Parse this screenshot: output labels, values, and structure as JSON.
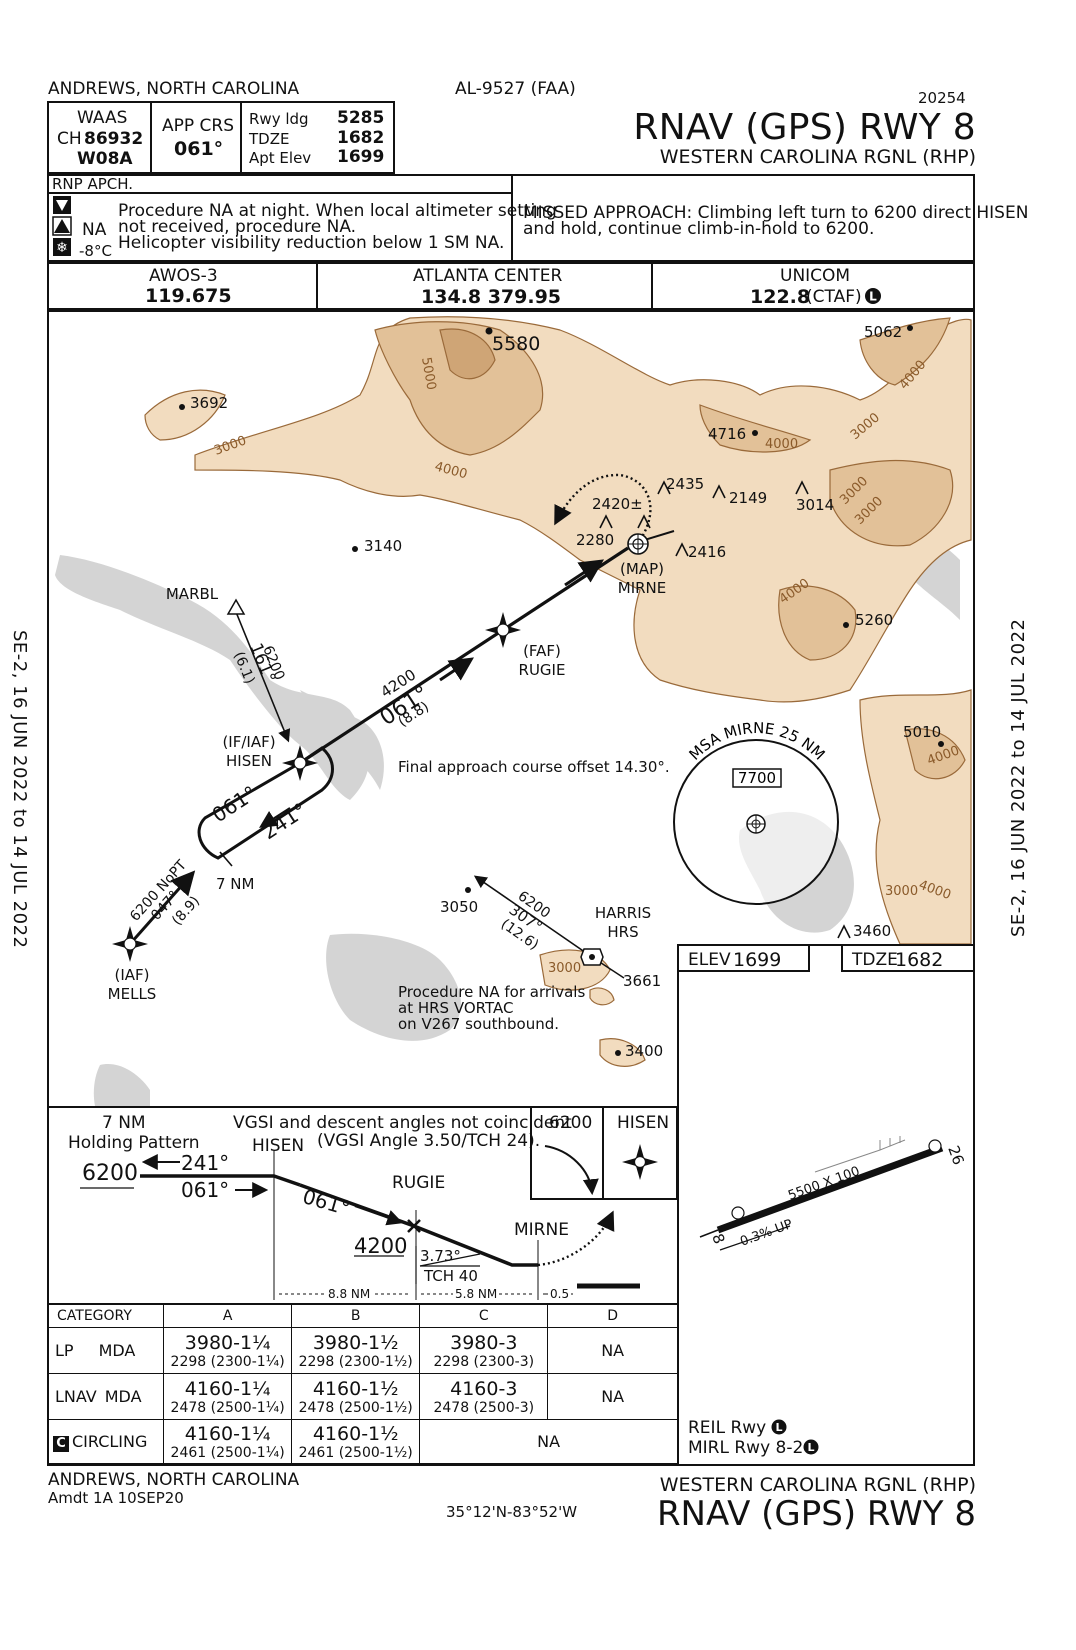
{
  "header": {
    "city": "ANDREWS, NORTH CAROLINA",
    "chart_id": "AL-9527 (FAA)",
    "cycle": "20254",
    "title": "RNAV (GPS) RWY 8",
    "airport": "WESTERN CAROLINA RGNL (RHP)"
  },
  "info": {
    "waas_label": "WAAS",
    "ch_label": "CH",
    "ch_value": "86932",
    "waas_id": "W08A",
    "app_crs_label": "APP CRS",
    "app_crs_value": "061°",
    "rwy_ldg_label": "Rwy ldg",
    "rwy_ldg_value": "5285",
    "tdze_label": "TDZE",
    "tdze_value": "1682",
    "apt_elev_label": "Apt Elev",
    "apt_elev_value": "1699"
  },
  "notes": {
    "rnp": "RNP APCH.",
    "line1": "Procedure NA at night.  When local altimeter setting",
    "line2": "not received, procedure NA.",
    "line3": "Helicopter visibility reduction below 1 SM NA.",
    "alt_na": "NA",
    "cold_temp": "-8°C",
    "missed_line1": "MISSED APPROACH: Climbing left turn to 6200 direct HISEN",
    "missed_line2": "and hold, continue climb-in-hold to 6200."
  },
  "comms": {
    "awos_label": "AWOS-3",
    "awos_freq": "119.675",
    "center_label": "ATLANTA  CENTER",
    "center_freq": "134.8  379.95",
    "unicom_label": "UNICOM",
    "unicom_freq": "122.8",
    "unicom_note": "(CTAF)"
  },
  "plan": {
    "spots": [
      "5580",
      "5062",
      "3692",
      "4716",
      "3140",
      "2420±",
      "2435",
      "2149",
      "3014",
      "2280",
      "2416",
      "5260",
      "5010",
      "3050",
      "3661",
      "3460",
      "3400"
    ],
    "contours": [
      "5000",
      "4000",
      "3000",
      "3000",
      "4000",
      "4000",
      "3000",
      "3000",
      "4000",
      "4000",
      "4000",
      "3000",
      "3000"
    ],
    "fixes": {
      "marbl": "MARBL",
      "if_iaf_label": "(IF/IAF)",
      "hisen": "HISEN",
      "faf_label": "(FAF)",
      "rugie": "RUGIE",
      "map_label": "(MAP)",
      "mirne": "MIRNE",
      "iaf_label": "(IAF)",
      "mells": "MELLS",
      "harris": "HARRIS",
      "hrs": "HRS"
    },
    "legs": {
      "marbl_alt": "6200",
      "marbl_crs": "161°",
      "marbl_dist": "(6.1)",
      "final_alt": "4200",
      "final_crs": "061°",
      "final_dist": "(8.8)",
      "mells_alt": "6200 NoPT",
      "mells_crs": "047°",
      "mells_dist": "(8.9)",
      "hold_out": "061°",
      "hold_in": "241°",
      "hold_len": "7 NM",
      "hrs_alt": "6200",
      "hrs_crs": "307°",
      "hrs_dist": "(12.6)"
    },
    "offset_note": "Final approach course offset 14.30°.",
    "hrs_note1": "Procedure NA for arrivals",
    "hrs_note2": "at HRS VORTAC",
    "hrs_note3": "on V267 southbound.",
    "msa_label": "MSA MIRNE 25 NM",
    "msa_alt": "7700"
  },
  "airport_box": {
    "elev_label": "ELEV",
    "elev": "1699",
    "tdze_label": "TDZE",
    "tdze": "1682",
    "runway_dim": "5500 X 100",
    "slope": "0.3% UP",
    "rwy_a": "8",
    "rwy_b": "26",
    "reil": "REIL Rwy 8",
    "mirl": "MIRL Rwy 8-26"
  },
  "profile": {
    "hold_len": "7 NM",
    "hold_title": "Holding Pattern",
    "hold_alt": "6200",
    "hold_in": "241°",
    "hold_out": "061°",
    "hisen": "HISEN",
    "vgsi_line1": "VGSI and descent angles not coincident",
    "vgsi_line2": "(VGSI Angle 3.50/TCH 24).",
    "course": "061°",
    "rugie": "RUGIE",
    "rugie_alt": "4200",
    "angle": "3.73°",
    "tch": "TCH 40",
    "mirne": "MIRNE",
    "dist1": "8.8 NM",
    "dist2": "5.8 NM",
    "dist3": "0.5",
    "icon_alt": "6200",
    "icon_fix": "HISEN"
  },
  "minima": {
    "category_label": "CATEGORY",
    "cats": [
      "A",
      "B",
      "C",
      "D"
    ],
    "rows": [
      {
        "label": "LP",
        "type": "MDA",
        "cells": [
          [
            "3980-1¼",
            "2298 (2300-1¼)"
          ],
          [
            "3980-1½",
            "2298 (2300-1½)"
          ],
          [
            "3980-3",
            "2298 (2300-3)"
          ]
        ],
        "d": "NA"
      },
      {
        "label": "LNAV",
        "type": "MDA",
        "cells": [
          [
            "4160-1¼",
            "2478 (2500-1¼)"
          ],
          [
            "4160-1½",
            "2478 (2500-1½)"
          ],
          [
            "4160-3",
            "2478 (2500-3)"
          ]
        ],
        "d": "NA"
      },
      {
        "label": "CIRCLING",
        "type": "",
        "cells": [
          [
            "4160-1¼",
            "2461 (2500-1¼)"
          ],
          [
            "4160-1½",
            "2461 (2500-1½)"
          ]
        ],
        "cd": "NA"
      }
    ],
    "circling_icon": "C"
  },
  "footer": {
    "city": "ANDREWS, NORTH CAROLINA",
    "amdt": "Amdt 1A  10SEP20",
    "coords": "35°12'N-83°52'W",
    "airport": "WESTERN CAROLINA RGNL (RHP)",
    "title": "RNAV (GPS) RWY 8"
  },
  "validity": "SE-2,  16 JUN 2022  to  14 JUL 2022",
  "colors": {
    "terrain_low": "#f2dcbf",
    "terrain_mid": "#e2c198",
    "terrain_high": "#cfa576",
    "water": "#d4d4d4"
  }
}
